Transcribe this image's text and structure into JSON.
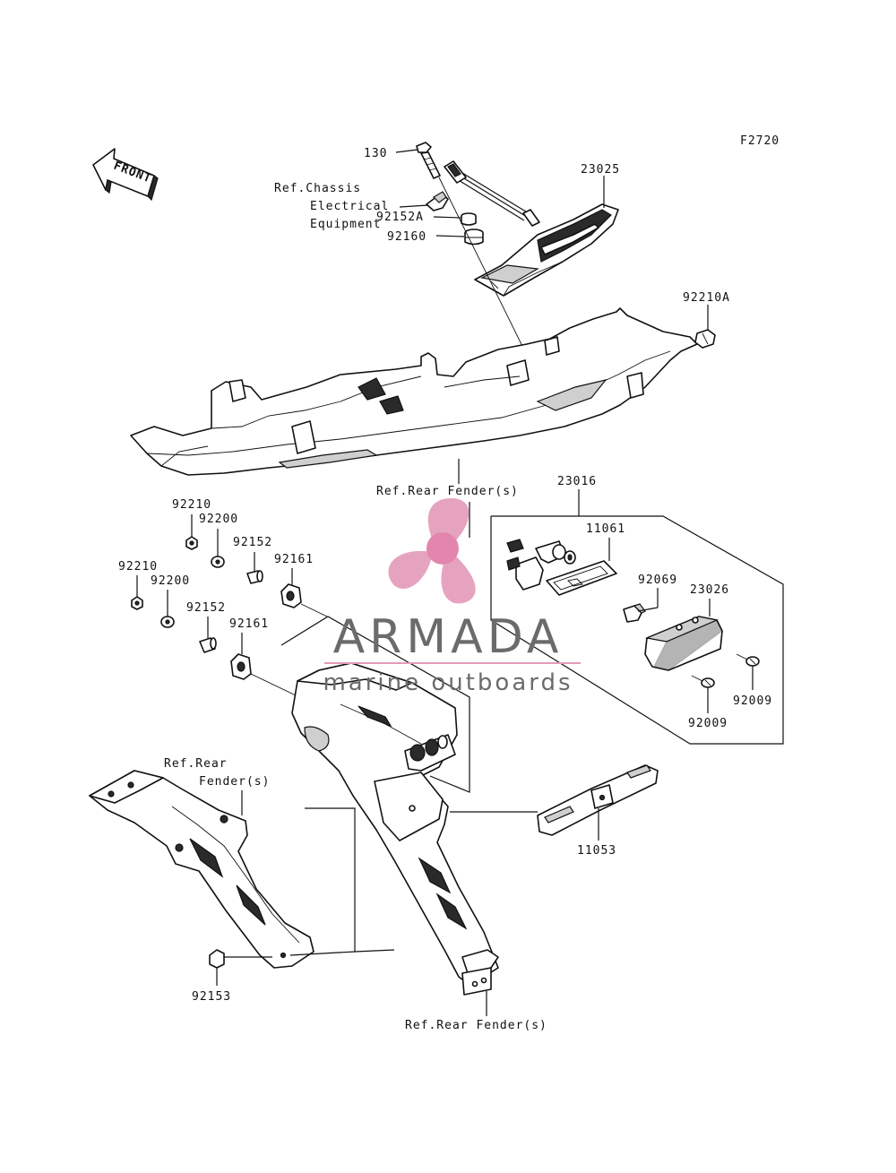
{
  "diagram": {
    "code": "F2720",
    "front_arrow": "FRONT",
    "parts": {
      "p130": "130",
      "p23025": "23025",
      "ref_chassis_1": "Ref.Chassis",
      "ref_chassis_2": "Electrical",
      "ref_chassis_3": "Equipment",
      "p92152A": "92152A",
      "p92160": "92160",
      "p92210A": "92210A",
      "ref_rear_fender_top": "Ref.Rear Fender(s)",
      "p23016": "23016",
      "p11061": "11061",
      "p92069": "92069",
      "p23026": "23026",
      "p92009_a": "92009",
      "p92009_b": "92009",
      "p92210_a": "92210",
      "p92200_a": "92200",
      "p92152_a": "92152",
      "p92161_a": "92161",
      "p92210_b": "92210",
      "p92200_b": "92200",
      "p92152_b": "92152",
      "p92161_b": "92161",
      "ref_rear_fender_left_1": "Ref.Rear",
      "ref_rear_fender_left_2": "Fender(s)",
      "p11053": "11053",
      "p92153": "92153",
      "ref_rear_fender_bottom": "Ref.Rear Fender(s)"
    }
  },
  "watermark": {
    "brand": "ARMADA",
    "tagline": "marine outboards",
    "color": "#e08fb0"
  }
}
